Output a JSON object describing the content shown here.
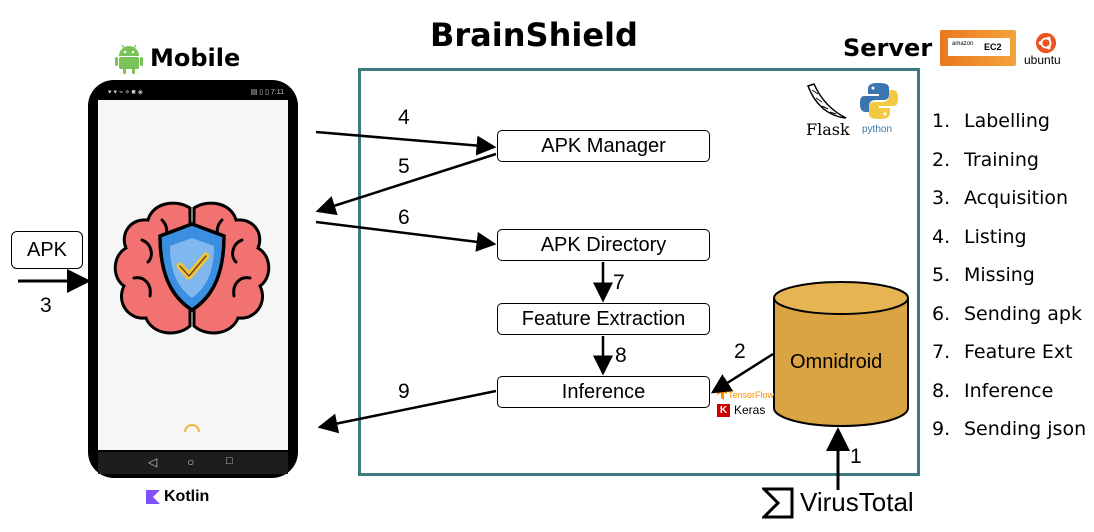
{
  "title": "BrainShield",
  "mobile": {
    "label": "Mobile",
    "kotlin": "Kotlin"
  },
  "server": {
    "label": "Server",
    "ec2": "EC2",
    "amazon": "amazon",
    "ubuntu": "ubuntu"
  },
  "frameworks": {
    "flask": "Flask",
    "python": "python",
    "tensorflow": "TensorFlow",
    "keras": "Keras"
  },
  "apk_label": "APK",
  "boxes": {
    "apk_manager": "APK Manager",
    "apk_directory": "APK Directory",
    "feature_extraction": "Feature Extraction",
    "inference": "Inference"
  },
  "database": "Omnidroid",
  "virustotal": "VirusTotal",
  "arrow_numbers": {
    "n1": "1",
    "n2": "2",
    "n3": "3",
    "n4": "4",
    "n5": "5",
    "n6": "6",
    "n7": "7",
    "n8": "8",
    "n9": "9"
  },
  "steps": [
    {
      "num": "1.",
      "label": "Labelling"
    },
    {
      "num": "2.",
      "label": "Training"
    },
    {
      "num": "3.",
      "label": "Acquisition"
    },
    {
      "num": "4.",
      "label": "Listing"
    },
    {
      "num": "5.",
      "label": "Missing"
    },
    {
      "num": "6.",
      "label": "Sending apk"
    },
    {
      "num": "7.",
      "label": "Feature Ext"
    },
    {
      "num": "8.",
      "label": "Inference"
    },
    {
      "num": "9.",
      "label": "Sending json"
    }
  ],
  "colors": {
    "server_border": "#3d7a80",
    "database": "#d9a441",
    "brain": "#f27171",
    "shield": "#3b8fe0",
    "check": "#f4c23d",
    "android": "#78c257"
  }
}
